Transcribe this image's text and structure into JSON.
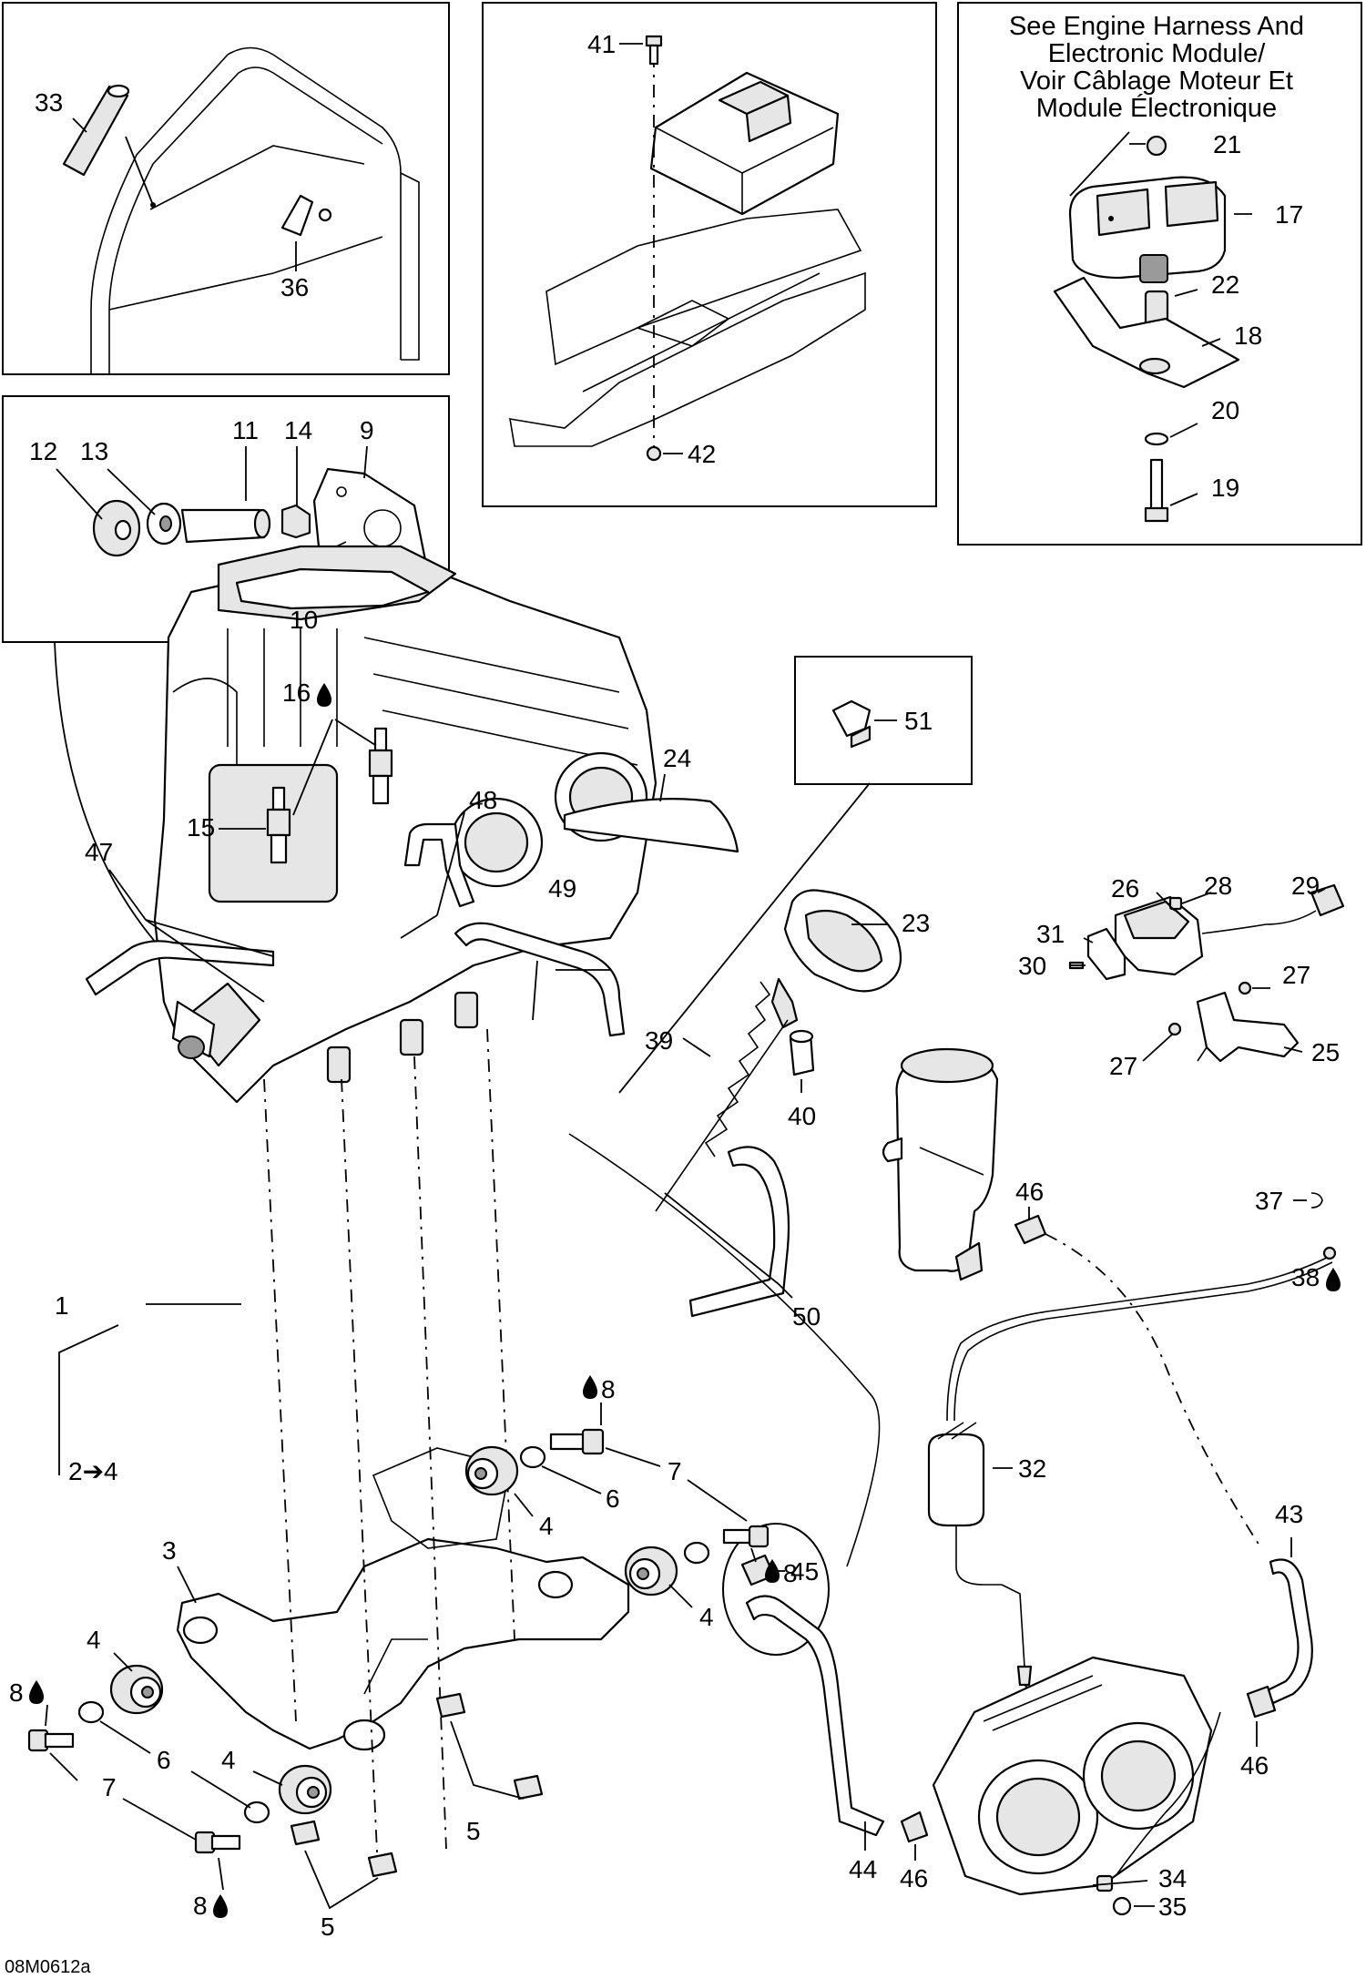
{
  "callouts": {
    "c41": "41",
    "c42": "42",
    "c33": "33",
    "c36": "36",
    "c21": "21",
    "c17": "17",
    "c22": "22",
    "c18": "18",
    "c20": "20",
    "c19": "19",
    "c12": "12",
    "c13": "13",
    "c11": "11",
    "c14": "14",
    "c9": "9",
    "c10": "10",
    "c16": "16",
    "c15": "15",
    "c51": "51",
    "c24": "24",
    "c48": "48",
    "c47": "47",
    "c49": "49",
    "c23": "23",
    "c26": "26",
    "c28": "28",
    "c29": "29",
    "c31": "31",
    "c30": "30",
    "c27a": "27",
    "c27b": "27",
    "c25": "25",
    "c39": "39",
    "c40": "40",
    "c46a": "46",
    "c37": "37",
    "c38": "38",
    "c1": "1",
    "c50": "50",
    "c8a": "8",
    "c7a": "7",
    "c2to4": "2➔4",
    "c6a": "6",
    "c4a": "4",
    "c3": "3",
    "c32": "32",
    "c4b": "4",
    "c8b": "8",
    "c43": "43",
    "c4c": "4",
    "c45": "45",
    "c8c": "8",
    "c6b": "6",
    "c4d": "4",
    "c7b": "7",
    "c46b": "46",
    "c5a": "5",
    "c44": "44",
    "c46c": "46",
    "c34": "34",
    "c8d": "8",
    "c5b": "5",
    "c35": "35"
  },
  "note": {
    "line1": "See Engine Harness And",
    "line2": "Electronic Module/",
    "line3": "Voir Câblage Moteur Et",
    "line4": "Module Électronique"
  },
  "figure_code": "08M0612a",
  "icons": [
    "lubricant-drop-icon"
  ]
}
